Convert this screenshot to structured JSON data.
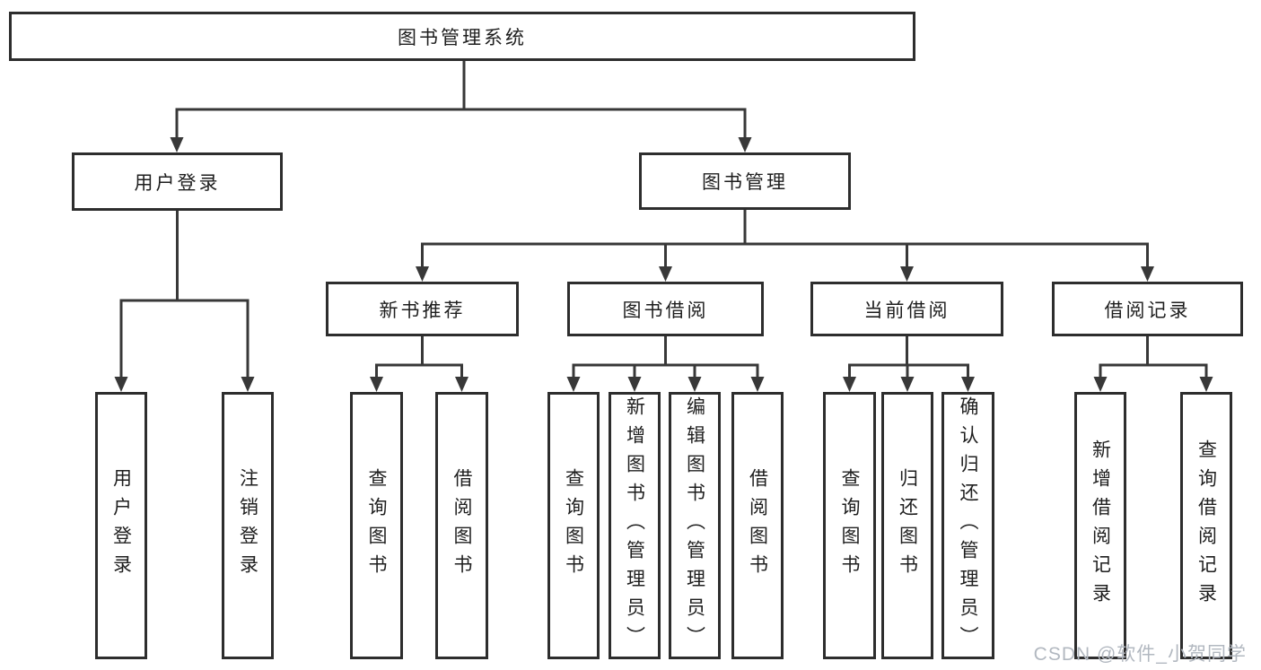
{
  "diagram_title": "图书管理系统",
  "tree": {
    "root": "图书管理系统",
    "branches": [
      {
        "label": "用户登录",
        "children": [
          "用户登录",
          "注销登录"
        ]
      },
      {
        "label": "图书管理",
        "groups": [
          {
            "label": "新书推荐",
            "children": [
              "查询图书",
              "借阅图书"
            ]
          },
          {
            "label": "图书借阅",
            "children": [
              "查询图书",
              "新增图书（管理员）",
              "编辑图书（管理员）",
              "借阅图书"
            ]
          },
          {
            "label": "当前借阅",
            "children": [
              "查询图书",
              "归还图书",
              "确认归还（管理员）"
            ]
          },
          {
            "label": "借阅记录",
            "children": [
              "新增借阅记录",
              "查询借阅记录"
            ]
          }
        ]
      }
    ]
  },
  "watermark": "CSDN @软件_小贺同学",
  "colors": {
    "line": "#383838",
    "box_border": "#2d2d2d",
    "text": "#1e1e1e",
    "watermark": "#b2b8c0",
    "background": "#ffffff"
  }
}
